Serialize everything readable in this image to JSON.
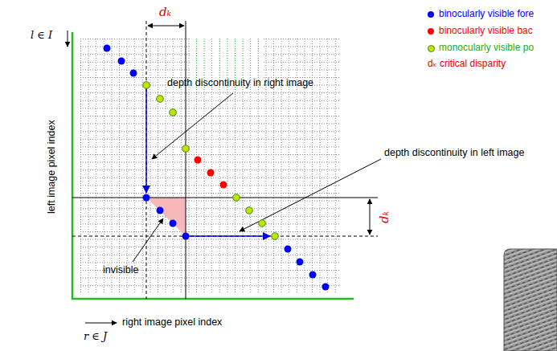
{
  "diagram": {
    "labels": [
      "dₖ",
      "l ∈ I",
      "left image pixel index",
      "depth discontinuity in right image",
      "invisible",
      "depth discontinuity in left image",
      "dₖ",
      "right image pixel index",
      "r ∈ J",
      "dₖ critical disparity"
    ],
    "legend": [
      {
        "text": "binocularly visible fore",
        "color": "#0000ff"
      },
      {
        "text": "binocularly visible bac",
        "color": "#ff0000"
      },
      {
        "text": "monocularly visible po",
        "color": "#ccdd00"
      }
    ]
  }
}
